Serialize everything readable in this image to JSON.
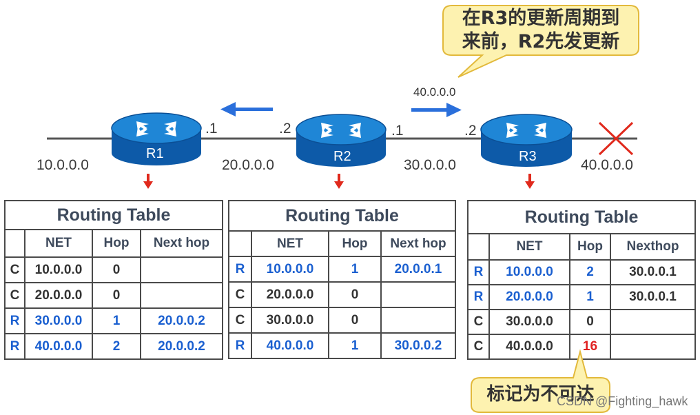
{
  "callout_top": {
    "line1": "在R3的更新周期到",
    "line2": "来前，R2先发更新"
  },
  "callout_bottom": {
    "text": "标记为不可达"
  },
  "arrow_label": "40.0.0.0",
  "routers": {
    "r1": "R1",
    "r2": "R2",
    "r3": "R3"
  },
  "ports": {
    "r1_right": ".1",
    "r2_left": ".2",
    "r2_right": ".1",
    "r3_left": ".2"
  },
  "networks": {
    "n10": "10.0.0.0",
    "n20": "20.0.0.0",
    "n30": "30.0.0.0",
    "n40": "40.0.0.0"
  },
  "tables": {
    "r1": {
      "title": "Routing Table",
      "headers": [
        "NET",
        "Hop",
        "Next hop"
      ],
      "rows": [
        {
          "type": "C",
          "net": "10.0.0.0",
          "hop": "0",
          "next": ""
        },
        {
          "type": "C",
          "net": "20.0.0.0",
          "hop": "0",
          "next": ""
        },
        {
          "type": "R",
          "net": "30.0.0.0",
          "hop": "1",
          "next": "20.0.0.2"
        },
        {
          "type": "R",
          "net": "40.0.0.0",
          "hop": "2",
          "next": "20.0.0.2"
        }
      ]
    },
    "r2": {
      "title": "Routing Table",
      "headers": [
        "NET",
        "Hop",
        "Next hop"
      ],
      "rows": [
        {
          "type": "R",
          "net": "10.0.0.0",
          "hop": "1",
          "next": "20.0.0.1"
        },
        {
          "type": "C",
          "net": "20.0.0.0",
          "hop": "0",
          "next": ""
        },
        {
          "type": "C",
          "net": "30.0.0.0",
          "hop": "0",
          "next": ""
        },
        {
          "type": "R",
          "net": "40.0.0.0",
          "hop": "1",
          "next": "30.0.0.2"
        }
      ]
    },
    "r3": {
      "title": "Routing Table",
      "headers": [
        "NET",
        "Hop",
        "Nexthop"
      ],
      "rows": [
        {
          "type": "R",
          "net": "10.0.0.0",
          "hop": "2",
          "next": "30.0.0.1"
        },
        {
          "type": "R",
          "net": "20.0.0.0",
          "hop": "1",
          "next": "30.0.0.1"
        },
        {
          "type": "C",
          "net": "30.0.0.0",
          "hop": "0",
          "next": ""
        },
        {
          "type": "C",
          "net": "40.0.0.0",
          "hop": "16",
          "next": ""
        }
      ]
    }
  },
  "watermark": "CSDN @Fighting_hawk",
  "colors": {
    "blue_text": "#1a5fd0",
    "red_text": "#e02020",
    "callout_fill": "#fdf2b0",
    "callout_border": "#e2b93b",
    "router_top": "#1f86d6",
    "router_side": "#0d5aa8",
    "arrow_blue": "#2a6fdb",
    "arrow_red": "#e0291c"
  }
}
